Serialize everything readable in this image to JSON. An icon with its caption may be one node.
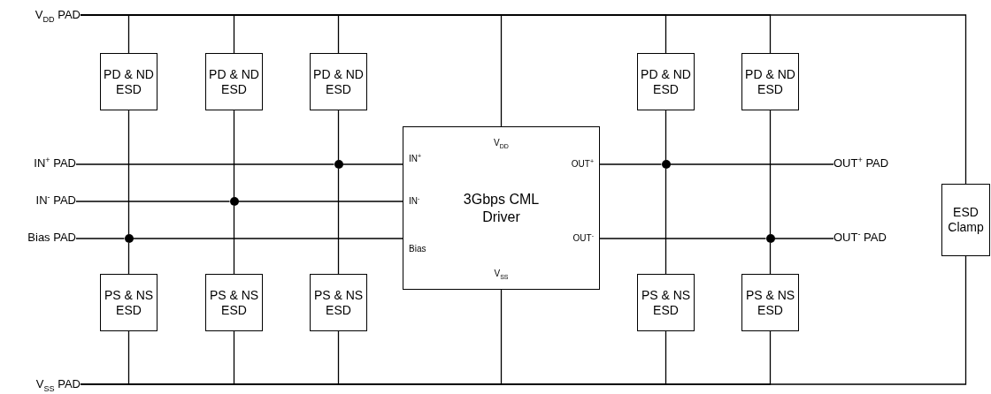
{
  "diagram": {
    "nodes": [
      {
        "text": [
          "V$_{DD}$ PAD"
        ]
      },
      {
        "text": [
          "PD & ND ESD"
        ]
      },
      {
        "text": [
          "PD & ND ESD"
        ]
      },
      {
        "text": [
          "PD & ND ESD"
        ]
      },
      {
        "text": [
          "PD & ND ESD"
        ]
      },
      {
        "text": [
          "PD & ND ESD"
        ]
      },
      {
        "text": [
          "IN$^{+}$ PAD"
        ]
      },
      {
        "text": [
          "IN$^{-}$ PAD"
        ]
      },
      {
        "text": [
          "Bias PAD"
        ]
      },
      {
        "text": [
          "V$_{DD}$",
          "IN$^{+}$",
          "OUT$^{+}$",
          "3Gbps CML Driver",
          "IN$^{-}$",
          "Bias",
          "OUT$^{-}$",
          "V$_{SS}$"
        ]
      },
      {
        "text": [
          "OUT$^{+}$ PAD"
        ]
      },
      {
        "text": [
          "OUT$^{-}$ PAD"
        ]
      },
      {
        "text": [
          "ESD Clamp"
        ]
      },
      {
        "text": [
          "PS & NS ESD"
        ]
      },
      {
        "text": [
          "PS & NS ESD"
        ]
      },
      {
        "text": [
          "PS & NS ESD"
        ]
      },
      {
        "text": [
          "PS & NS ESD"
        ]
      },
      {
        "text": [
          "PS & NS ESD"
        ]
      },
      {
        "text": [
          "V$_{SS}$ PAD"
        ]
      },
      {
        "text": [],
        "shape": "circle"
      },
      {
        "text": [],
        "shape": "circle"
      },
      {
        "text": [],
        "shape": "circle"
      },
      {
        "text": [],
        "shape": "circle"
      },
      {
        "text": [],
        "shape": "circle"
      }
    ],
    "edges": [
      {
        "from": 0,
        "to": 1,
        "arrow": "none"
      },
      {
        "from": 0,
        "to": 2,
        "arrow": "none"
      },
      {
        "from": 0,
        "to": 3,
        "arrow": "none"
      },
      {
        "from": 0,
        "to": 9,
        "arrow": "none"
      },
      {
        "from": 0,
        "to": 4,
        "arrow": "none"
      },
      {
        "from": 0,
        "to": 5,
        "arrow": "none"
      },
      {
        "from": 0,
        "to": 12,
        "arrow": "none"
      },
      {
        "from": 18,
        "to": 13,
        "arrow": "none"
      },
      {
        "from": 18,
        "to": 14,
        "arrow": "none"
      },
      {
        "from": 18,
        "to": 15,
        "arrow": "none"
      },
      {
        "from": 18,
        "to": 9,
        "arrow": "none"
      },
      {
        "from": 18,
        "to": 16,
        "arrow": "none"
      },
      {
        "from": 18,
        "to": 17,
        "arrow": "none"
      },
      {
        "from": 18,
        "to": 12,
        "arrow": "none"
      },
      {
        "from": 6,
        "to": 19,
        "arrow": "none"
      },
      {
        "from": 19,
        "to": 9,
        "arrow": "none"
      },
      {
        "from": 7,
        "to": 21,
        "arrow": "none"
      },
      {
        "from": 21,
        "to": 9,
        "arrow": "none"
      },
      {
        "from": 8,
        "to": 22,
        "arrow": "none"
      },
      {
        "from": 22,
        "to": 9,
        "arrow": "none"
      },
      {
        "from": 9,
        "to": 20,
        "arrow": "none"
      },
      {
        "from": 20,
        "to": 10,
        "arrow": "none"
      },
      {
        "from": 9,
        "to": 23,
        "arrow": "none"
      },
      {
        "from": 23,
        "to": 11,
        "arrow": "none"
      },
      {
        "from": 1,
        "to": 22,
        "arrow": "none"
      },
      {
        "from": 22,
        "to": 13,
        "arrow": "none"
      },
      {
        "from": 2,
        "to": 21,
        "arrow": "none"
      },
      {
        "from": 21,
        "to": 14,
        "arrow": "none"
      },
      {
        "from": 3,
        "to": 19,
        "arrow": "none"
      },
      {
        "from": 19,
        "to": 15,
        "arrow": "none"
      },
      {
        "from": 4,
        "to": 20,
        "arrow": "none"
      },
      {
        "from": 20,
        "to": 16,
        "arrow": "none"
      },
      {
        "from": 5,
        "to": 23,
        "arrow": "none"
      },
      {
        "from": 23,
        "to": 17,
        "arrow": "none"
      }
    ]
  }
}
